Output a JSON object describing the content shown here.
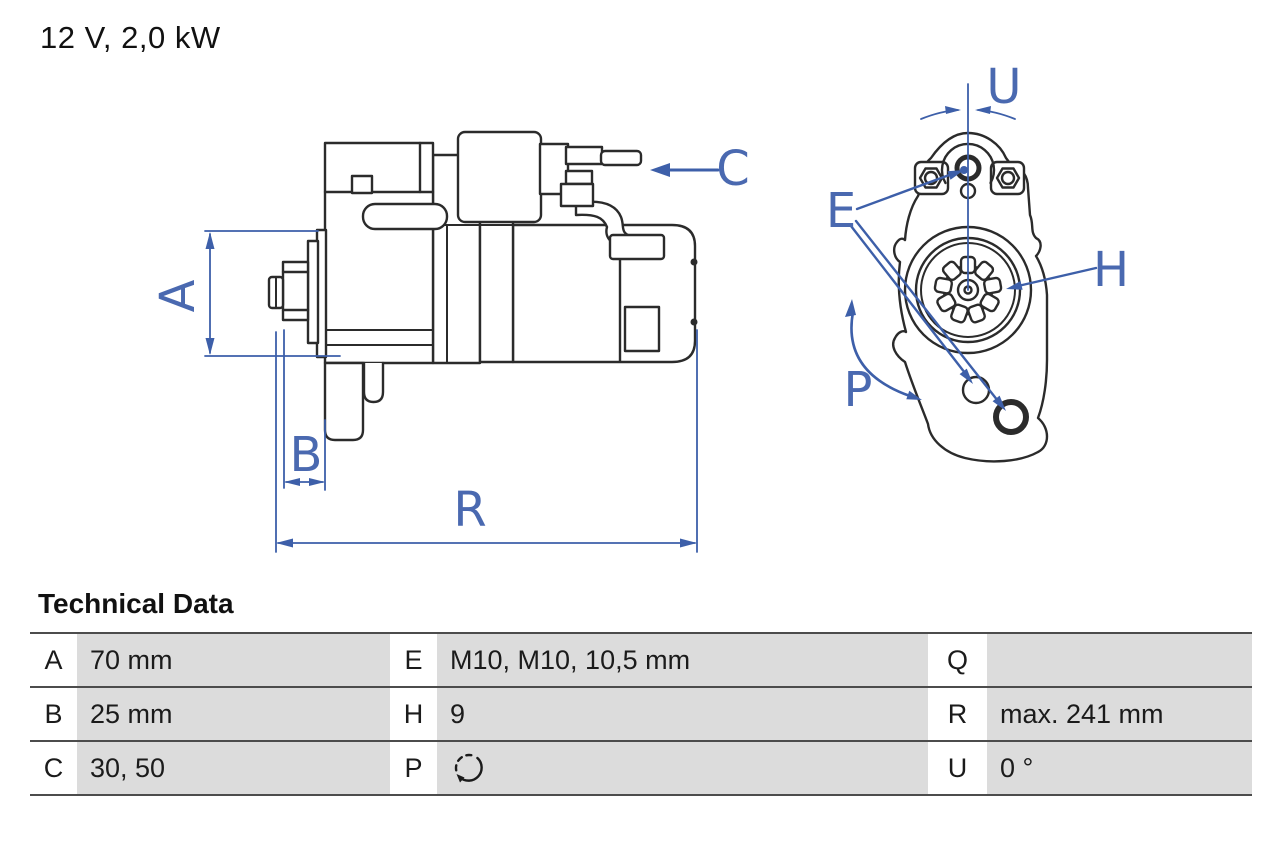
{
  "title": "12 V, 2,0 kW",
  "section_heading": "Technical Data",
  "colors": {
    "annotation_blue": "#3d5fa9",
    "drawing_line": "#2b2b2b",
    "table_cell_gray": "#dcdcdc",
    "table_line": "#4c4c4c"
  },
  "drawing": {
    "side_view": "starter-motor-side-view",
    "front_view": "starter-motor-front-view",
    "annotations": {
      "A": "A",
      "B": "B",
      "C": "C",
      "R": "R",
      "E": "E",
      "H": "H",
      "P": "P",
      "U": "U"
    }
  },
  "table": {
    "rows": [
      [
        {
          "key": "A",
          "value": "70 mm"
        },
        {
          "key": "E",
          "value": "M10, M10, 10,5 mm"
        },
        {
          "key": "Q",
          "value": ""
        }
      ],
      [
        {
          "key": "B",
          "value": "25 mm"
        },
        {
          "key": "H",
          "value": "9"
        },
        {
          "key": "R",
          "value": "max. 241 mm"
        }
      ],
      [
        {
          "key": "C",
          "value": "30, 50"
        },
        {
          "key": "P",
          "value": "",
          "icon": "rotation-direction-icon"
        },
        {
          "key": "U",
          "value": "0 °"
        }
      ]
    ]
  }
}
